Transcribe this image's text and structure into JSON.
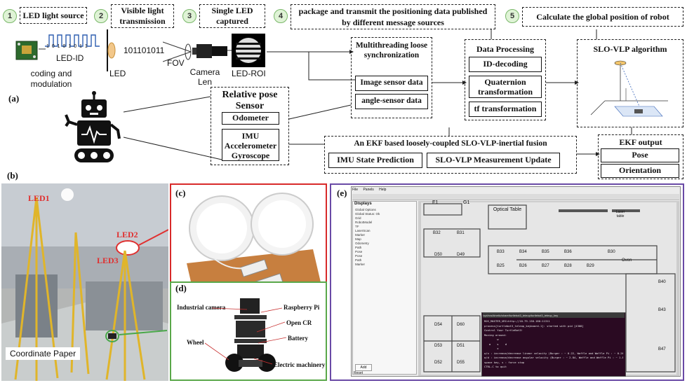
{
  "steps": [
    {
      "num": "1",
      "label": "LED light source"
    },
    {
      "num": "2",
      "label": "Visible light transmission"
    },
    {
      "num": "3",
      "label": "Single LED captured"
    },
    {
      "num": "4",
      "label": "package and transmit the positioning data published by different message sources"
    },
    {
      "num": "5",
      "label": "Calculate the global position of robot"
    }
  ],
  "led_id": "LED-ID",
  "bits_small": "1 0 1 0 1 0 1 1",
  "coding": "coding and modulation",
  "led": "LED",
  "bits": "101101011",
  "fov": "FOV",
  "camera": "Camera Len",
  "led_roi": "LED-ROI",
  "sync_title": "Multithreading loose synchronization",
  "image_sensor": "Image sensor data",
  "angle_sensor": "angle-sensor data",
  "processing_title": "Data Processing",
  "id_decoding": "ID-decoding",
  "quaternion": "Quaternion transformation",
  "tf": "tf transformation",
  "slo_title": "SLO-VLP algorithm",
  "rel_pose": "Relative pose Sensor",
  "odometer": "Odometer",
  "imu": "IMU Accelerometer Gyroscope",
  "ekf_title": "An EKF based loosely-coupled SLO-VLP-inertial fusion",
  "imu_pred": "IMU State Prediction",
  "slo_update": "SLO-VLP Measurement Update",
  "ekf_output": "EKF output",
  "pose": "Pose",
  "orientation": "Orientation",
  "panel_a": "(a)",
  "panel_b": "(b)",
  "panel_c": "(c)",
  "panel_d": "(d)",
  "panel_e": "(e)",
  "led1": "LED1",
  "led2": "LED2",
  "led3": "LED3",
  "coordinate_paper": "Coordinate Paper",
  "robot_parts": {
    "industrial_camera": "Industrial camera",
    "raspberry_pi": "Raspberry Pi",
    "opencr": "Open CR",
    "battery": "Battery",
    "wheel": "Wheel",
    "electric_machinery": "Electric machinery"
  },
  "map": {
    "optical_table": "Optical Table",
    "laser_table": "Laser table",
    "oven": "Oven",
    "rooms": [
      "B32",
      "B31",
      "B33",
      "B34",
      "B35",
      "B36",
      "B25",
      "B26",
      "B27",
      "B28",
      "B29",
      "B30",
      "D50",
      "D49",
      "D54",
      "D60",
      "D53",
      "D51",
      "D52",
      "D55",
      "B40",
      "B43",
      "B47",
      "E1",
      "G1"
    ]
  },
  "rviz": {
    "menu": [
      "File",
      "Panels",
      "Help"
    ],
    "displays": "Displays",
    "tree": [
      "Global Options",
      "Global Status: Ok",
      "Grid",
      "RobotModel",
      "TF",
      "LaserScan",
      "Marker",
      "Map",
      "Odometry",
      "Path",
      "Pose",
      "Pose",
      "Path",
      "Marker"
    ],
    "add": "Add",
    "reset": "Reset"
  },
  "terminal": {
    "title": "/opt/ros/kinetic/share/turtlebot3_teleop/turtlebot3_teleop_key",
    "lines": [
      "ROS_MASTER_URI=http://10.79.138.180:11311",
      "process[turtlebot3_teleop_keyboard-1]: started with pid [4308]",
      "Control Your TurtleBot3!",
      "Moving around:",
      "        w",
      "   a    s    d",
      "        x",
      "w/x : increase/decrease linear velocity (Burger : ~ 0.22, Waffle and Waffle Pi : ~ 0.26)",
      "a/d : increase/decrease angular velocity (Burger : ~ 2.84, Waffle and Waffle Pi : ~ 1.82)",
      "space key, s : force stop",
      "CTRL-C to quit"
    ]
  }
}
